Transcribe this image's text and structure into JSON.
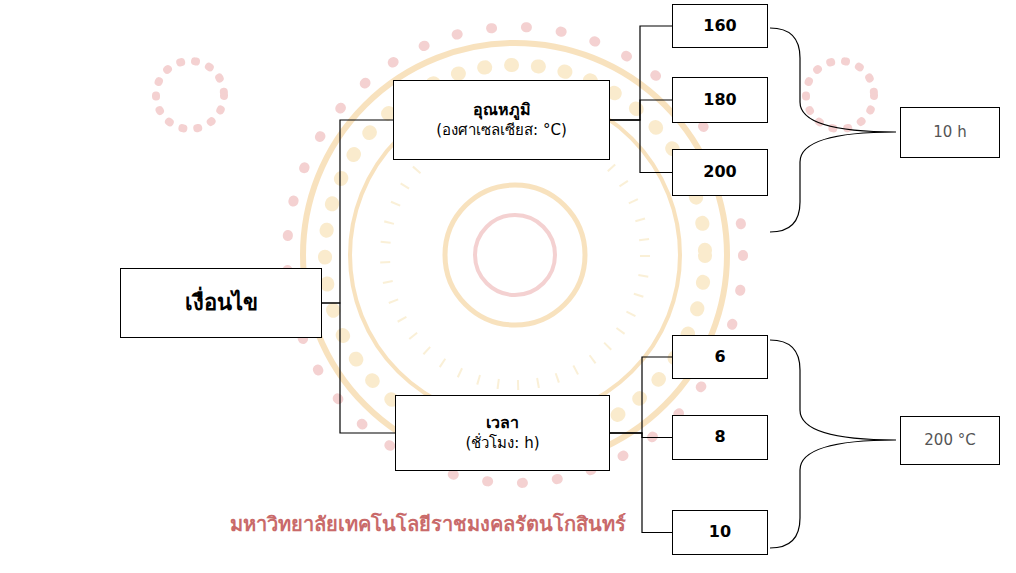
{
  "diagram": {
    "nodes": [
      {
        "text": [
          "เงื่อนไข"
        ]
      },
      {
        "text": [
          "อุณหภูมิ",
          "(องศาเซลเซียส: °C)"
        ]
      },
      {
        "text": [
          "เวลา",
          "(ชั่วโมง: h)"
        ]
      },
      {
        "text": [
          "160"
        ]
      },
      {
        "text": [
          "180"
        ]
      },
      {
        "text": [
          "200"
        ]
      },
      {
        "text": [
          "6"
        ]
      },
      {
        "text": [
          "8"
        ]
      },
      {
        "text": [
          "10"
        ]
      },
      {
        "text": [
          "10 h"
        ]
      },
      {
        "text": [
          "200 °C"
        ]
      }
    ],
    "edges": [
      {
        "from": 0,
        "to": 1,
        "arrow": "none"
      },
      {
        "from": 0,
        "to": 2,
        "arrow": "none"
      },
      {
        "from": 1,
        "to": 3,
        "arrow": "none"
      },
      {
        "from": 1,
        "to": 4,
        "arrow": "none"
      },
      {
        "from": 1,
        "to": 5,
        "arrow": "none"
      },
      {
        "from": 2,
        "to": 6,
        "arrow": "none"
      },
      {
        "from": 2,
        "to": 7,
        "arrow": "none"
      },
      {
        "from": 2,
        "to": 8,
        "arrow": "none"
      }
    ],
    "labels": [
      "มหาวิทยาลัยเทคโนโลยีราชมงคลรัตนโกสินทร์"
    ]
  }
}
